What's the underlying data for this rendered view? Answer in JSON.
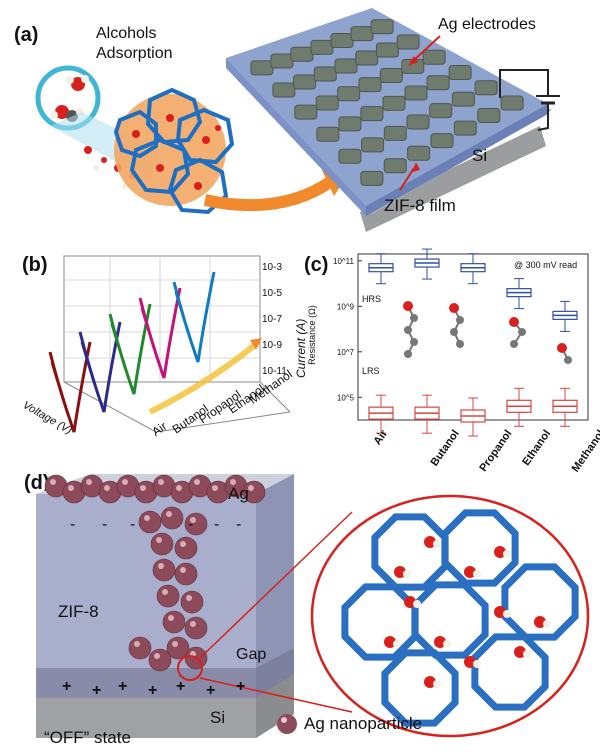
{
  "panels": {
    "a": {
      "label": "(a)",
      "adsorption_title_line1": "Alcohols",
      "adsorption_title_line2": "Adsorption",
      "electrodes_label": "Ag electrodes",
      "substrate_label": "Si",
      "film_label": "ZIF-8 film",
      "colors": {
        "film": "#8fa3cf",
        "electrode": "#6f7b6e",
        "substrate": "#a7a9ab",
        "framework": "#1e6fc1",
        "bubble": "#f3a664"
      }
    },
    "b": {
      "label": "(b)",
      "z_axis_label": "Current (A)",
      "z_ticks": [
        "10-3",
        "10-5",
        "10-7",
        "10-9",
        "10-11"
      ],
      "x_axis_label": "Voltage (V)",
      "categories": [
        "Air",
        "Butanol",
        "Propanol",
        "Ethanol",
        "Methanol"
      ],
      "colors": [
        "#8b0f0f",
        "#2b2b8f",
        "#1e8a2c",
        "#c4117a",
        "#0e7bc2"
      ]
    },
    "c": {
      "label": "(c)",
      "annotation": "@ 300 mV read",
      "ylabel": "Resistance (Ω)",
      "y_ticks": [
        "10^11",
        "10^9",
        "10^7",
        "10^5"
      ],
      "hrs_label": "HRS",
      "lrs_label": "LRS",
      "colors": {
        "hrs": "#2f4fa8",
        "lrs": "#d9453f"
      }
    },
    "d": {
      "label": "(d)",
      "top_label": "Ag",
      "body_label": "ZIF-8",
      "gap_label": "Gap",
      "substrate_label": "Si",
      "state_label": "“OFF” state",
      "legend_label": "Ag nanoparticle",
      "minus_sign": "-",
      "plus_sign": "+"
    }
  },
  "chart_data": {
    "type": "box",
    "title": "",
    "annotation": "@ 300 mV read",
    "ylabel": "Resistance (Ω)",
    "yscale": "log",
    "ylim": [
      10000,
      200000000000
    ],
    "categories": [
      "Air",
      "Butanol",
      "Propanol",
      "Ethanol",
      "Methanol"
    ],
    "series": [
      {
        "name": "HRS",
        "median": [
          50000000000,
          80000000000,
          50000000000,
          4000000000,
          400000000
        ]
      },
      {
        "name": "LRS",
        "median": [
          20000,
          20000,
          15000,
          40000,
          40000
        ]
      }
    ]
  }
}
